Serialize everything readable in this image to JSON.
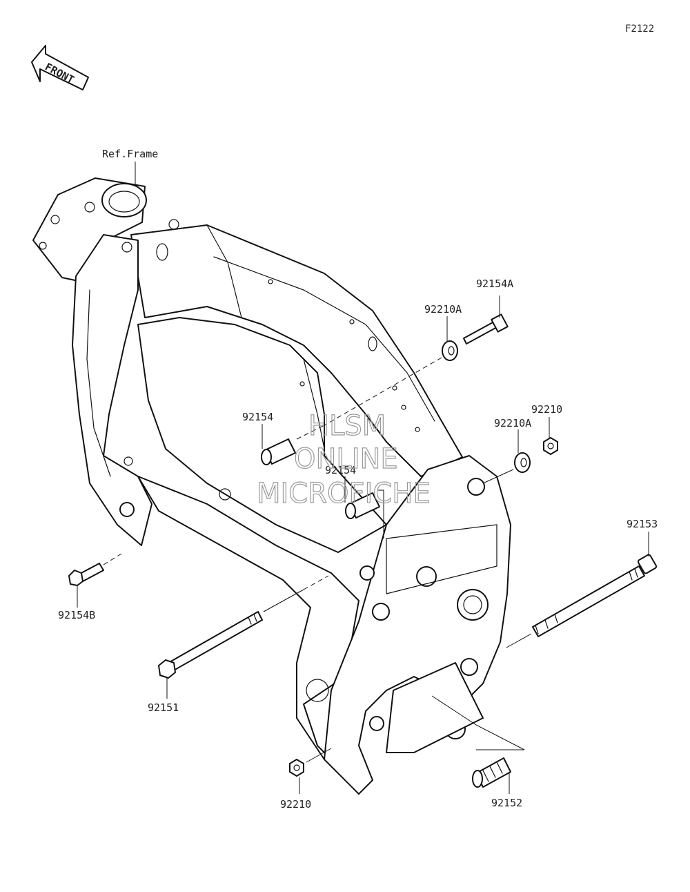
{
  "diagram": {
    "code": "F2122",
    "front_label": "FRONT",
    "ref_label": "Ref.Frame",
    "watermark": {
      "line1": "HLSM",
      "line2": "ONLINE",
      "line3": "MICROFICHE"
    },
    "parts": [
      {
        "id": "p-92154A",
        "number": "92154A"
      },
      {
        "id": "p-92210A-top",
        "number": "92210A"
      },
      {
        "id": "p-92210A-mid",
        "number": "92210A"
      },
      {
        "id": "p-92210-right",
        "number": "92210"
      },
      {
        "id": "p-92154-a",
        "number": "92154"
      },
      {
        "id": "p-92154-b",
        "number": "92154"
      },
      {
        "id": "p-92153",
        "number": "92153"
      },
      {
        "id": "p-92154B",
        "number": "92154B"
      },
      {
        "id": "p-92151",
        "number": "92151"
      },
      {
        "id": "p-92210-bottom",
        "number": "92210"
      },
      {
        "id": "p-92152",
        "number": "92152"
      }
    ]
  }
}
